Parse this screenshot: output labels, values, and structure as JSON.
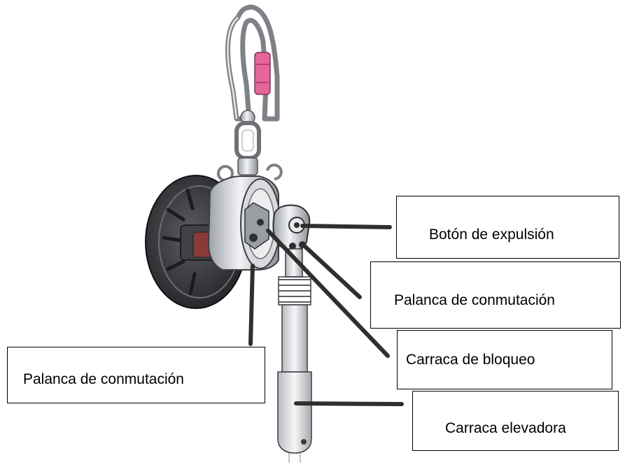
{
  "labels": {
    "boton_expulsion": "Botón de expulsión",
    "palanca_conmutacion_derecha": "Palanca de conmutación",
    "carraca_bloqueo": "Carraca de bloqueo",
    "palanca_conmutacion_izquierda": "Palanca de conmutación",
    "carraca_elevadora": "Carraca elevadora"
  },
  "colors": {
    "carabiner_gate": "#e4669a",
    "metal": "#c9ccd2",
    "drum": "#3a3b3e",
    "leader_line": "#2f2f2f"
  }
}
